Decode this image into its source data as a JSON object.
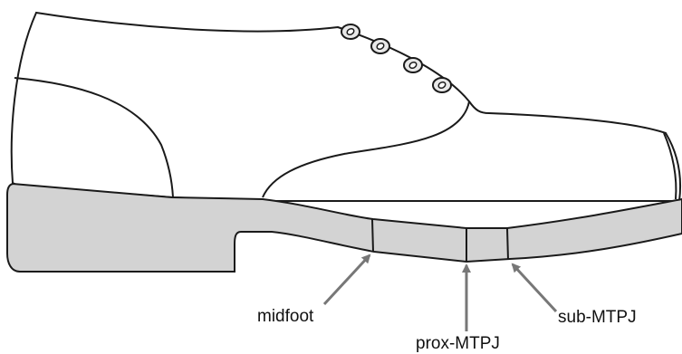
{
  "labels": {
    "midfoot": "midfoot",
    "prox_mtpj": "prox-MTPJ",
    "sub_mtpj": "sub-MTPJ"
  },
  "colors": {
    "sole_fill": "#d3d3d3",
    "outline": "#1a1a1a",
    "arrow": "#777777"
  }
}
